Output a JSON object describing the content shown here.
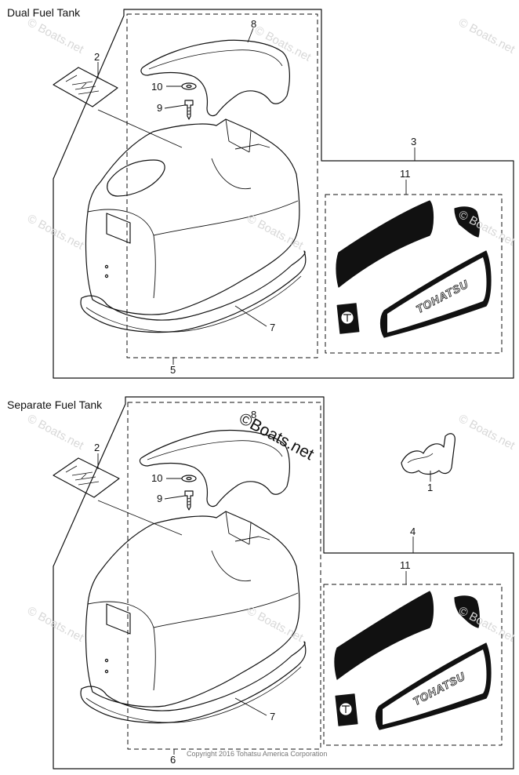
{
  "sections": [
    {
      "title": "Dual Fuel Tank",
      "callouts": {
        "c2": "2",
        "c8": "8",
        "c10": "10",
        "c9": "9",
        "c3": "3",
        "c11": "11",
        "c7": "7",
        "c5": "5"
      }
    },
    {
      "title": "Separate Fuel Tank",
      "callouts": {
        "c2": "2",
        "c8": "8",
        "c10": "10",
        "c9": "9",
        "c1": "1",
        "c4": "4",
        "c11": "11",
        "c7": "7",
        "c6": "6"
      }
    }
  ],
  "decal_text": "TOHATSU",
  "watermark": "© Boats.net",
  "brand_mark": "©Boats.net",
  "copyright": "Copyright 2016 Tohatsu America Corporation"
}
